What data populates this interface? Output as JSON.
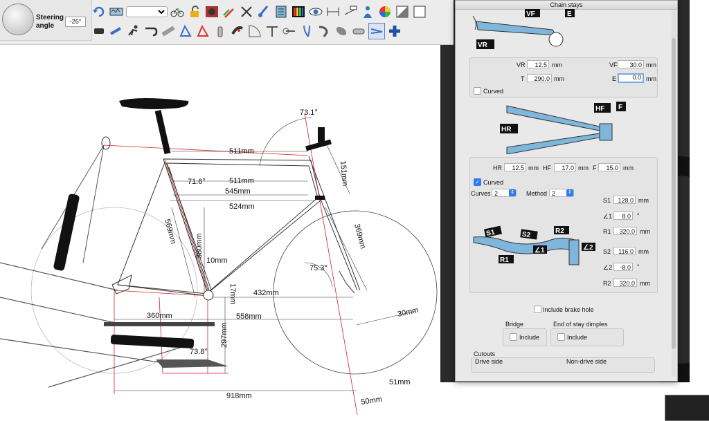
{
  "steering": {
    "label": "Steering angle",
    "value": "-26°"
  },
  "toolbar": {
    "zoom_value": ""
  },
  "dimensions": {
    "seat_angle": "71.6°",
    "head_angle": "73.1°",
    "top_tube_effective": "511mm",
    "top_tube_actual": "511mm",
    "horizontal_545": "545mm",
    "horizontal_524": "524mm",
    "head_tube": "151mm",
    "seat_tube": "569mm",
    "seat_tube_center": "380mm",
    "offset_10": "10mm",
    "fork_length": "369mm",
    "fork_angle": "75.3°",
    "front_center": "432mm",
    "bb_drop": "17mm",
    "chainstay": "360mm",
    "front_558": "558mm",
    "fork_offset": "30mm",
    "bb_height": "297mm",
    "chainstay_angle": "73.8°",
    "wheelbase": "918mm",
    "trail": "51mm",
    "offset_50": "50mm"
  },
  "dialog": {
    "title": "Chain stays",
    "tags": {
      "vr": "VR",
      "vf": "VF",
      "e": "E",
      "hr": "HR",
      "hf": "HF",
      "f": "F",
      "s1": "S1",
      "s2": "S2",
      "r1": "R1",
      "r2": "R2",
      "a1": "∠1",
      "a2": "∠2"
    },
    "vr_label": "VR",
    "vr_value": "12.5",
    "vr_unit": "mm",
    "vf_label": "VF",
    "vf_value": "30.0",
    "vf_unit": "mm",
    "t_label": "T",
    "t_value": "290.0",
    "t_unit": "mm",
    "e_label": "E",
    "e_value": "0.0",
    "e_unit": "mm",
    "curved_top_label": "Curved",
    "hr_label": "HR",
    "hr_value": "12.5",
    "hr_unit": "mm",
    "hf_label": "HF",
    "hf_value": "17.0",
    "hf_unit": "mm",
    "f_label": "F",
    "f_value": "15.0",
    "f_unit": "mm",
    "curved_label": "Curved",
    "curves_label": "Curves",
    "curves_value": "2",
    "method_label": "Method",
    "method_value": "2",
    "s1_label": "S1",
    "s1_value": "128.0",
    "s1_unit": "mm",
    "a1_label": "∠1",
    "a1_value": "8.0",
    "a1_unit": "°",
    "r1_label": "R1",
    "r1_value": "320.0",
    "r1_unit": "mm",
    "s2_label": "S2",
    "s2_value": "116.0",
    "s2_unit": "mm",
    "a2_label": "∠2",
    "a2_value": "-8.0",
    "a2_unit": "°",
    "r2_label": "R2",
    "r2_value": "320.0",
    "r2_unit": "mm",
    "brake_hole_label": "Include brake hole",
    "bridge_title": "Bridge",
    "bridge_include": "Include",
    "dimples_title": "End of stay dimples",
    "dimples_include": "Include",
    "cutouts_title": "Cutouts",
    "drive_side": "Drive side",
    "non_drive_side": "Non-drive side"
  },
  "colors": {
    "accent": "#2f7bf5",
    "tube_blue": "#7fb6dc",
    "dim_red": "#d62020"
  }
}
